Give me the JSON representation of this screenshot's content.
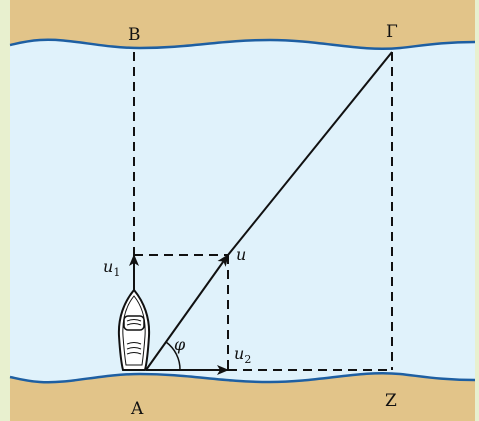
{
  "diagram": {
    "points": {
      "A": "Α",
      "B": "Β",
      "G": "Γ",
      "Z": "Ζ"
    },
    "vectors": {
      "u": "u",
      "u1_base": "u",
      "u1_sub": "1",
      "u2_base": "u",
      "u2_sub": "2"
    },
    "angle": "φ"
  },
  "colors": {
    "frame_bg": "#e8f0cf",
    "water": "#e0f2fb",
    "bank": "#e2c489",
    "shore_line": "#1e5fa2",
    "lines": "#111111"
  }
}
